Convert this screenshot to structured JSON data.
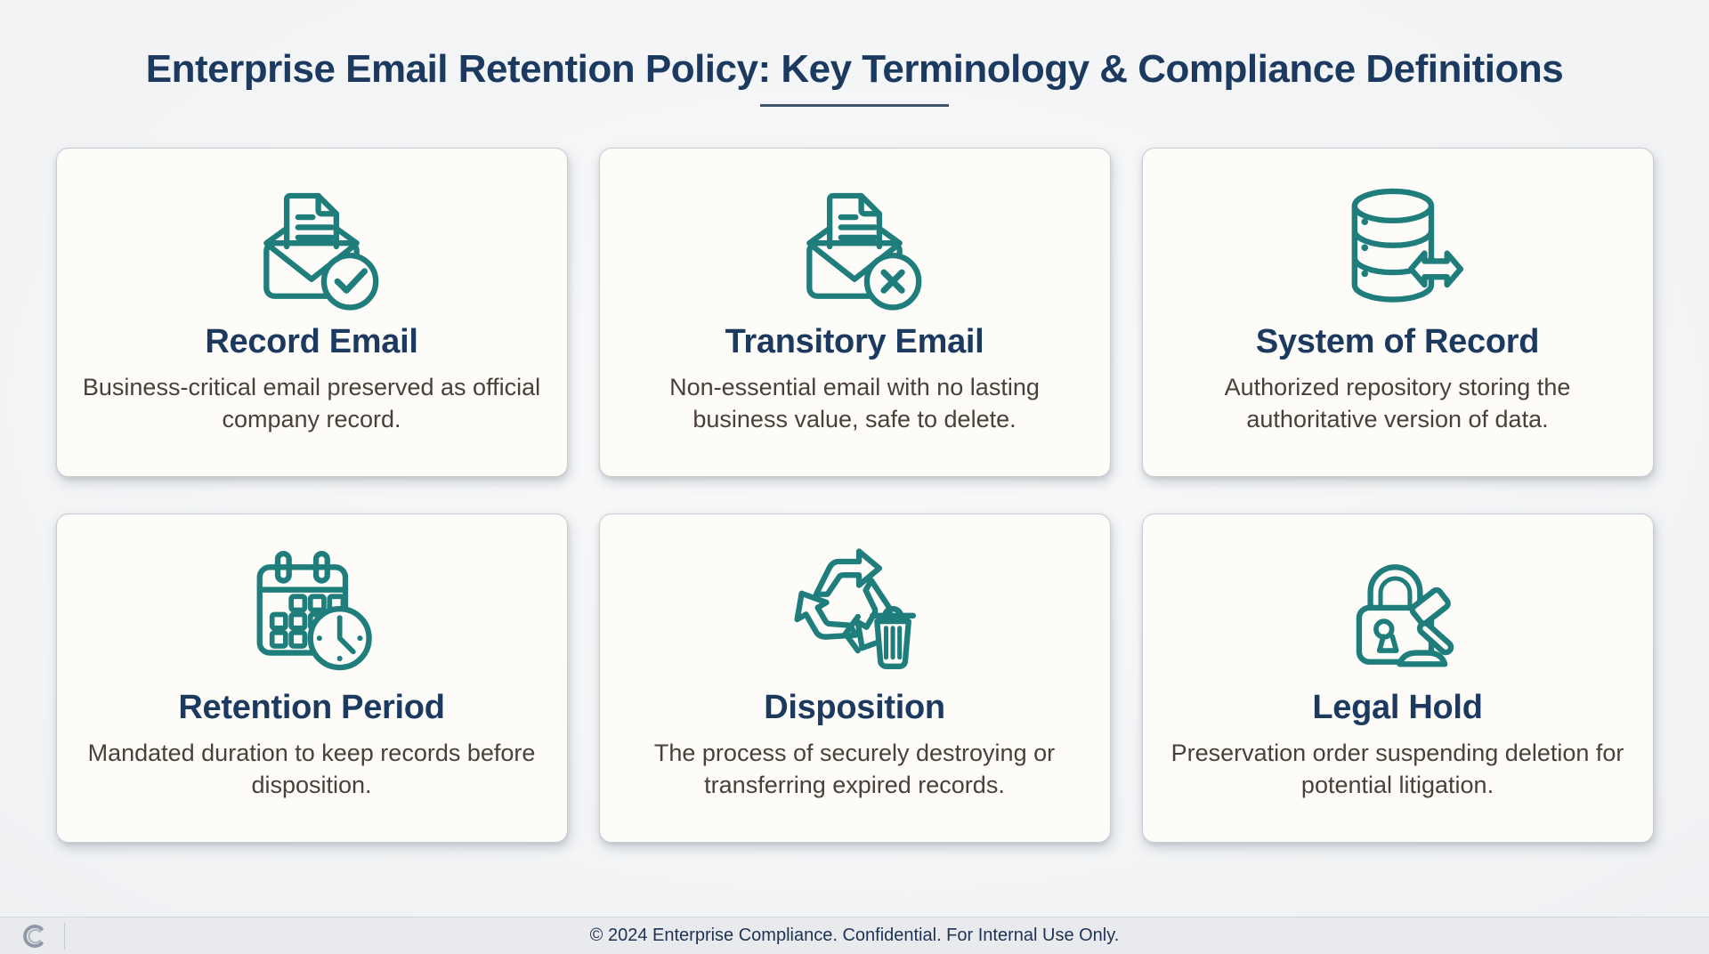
{
  "title": "Enterprise Email Retention Policy: Key Terminology & Compliance Definitions",
  "cards": [
    {
      "id": "record-email",
      "icon": "envelope-document-check-icon",
      "title": "Record Email",
      "description": "Business-critical email preserved as official company record."
    },
    {
      "id": "transitory-email",
      "icon": "envelope-document-x-icon",
      "title": "Transitory Email",
      "description": "Non-essential email with no lasting business value, safe to delete."
    },
    {
      "id": "system-of-record",
      "icon": "database-sync-icon",
      "title": "System of Record",
      "description": "Authorized repository storing the authoritative version of data."
    },
    {
      "id": "retention-period",
      "icon": "calendar-clock-icon",
      "title": "Retention Period",
      "description": "Mandated duration to keep records before disposition."
    },
    {
      "id": "disposition",
      "icon": "recycle-trash-icon",
      "title": "Disposition",
      "description": "The process of securely destroying or transferring expired records."
    },
    {
      "id": "legal-hold",
      "icon": "padlock-gavel-icon",
      "title": "Legal Hold",
      "description": "Preservation order suspending deletion for potential litigation."
    }
  ],
  "footer": {
    "copyright": "© 2024 Enterprise Compliance. Confidential. For Internal Use Only.",
    "logo_icon": "stylized-c-logo"
  },
  "colors": {
    "accent_teal": "#1f7d7b",
    "heading_navy": "#1c3a60",
    "body_text": "#4b4037",
    "card_bg": "#fdfcf9",
    "card_border": "#c9cdd2",
    "page_bg": "#f0f2f4",
    "footer_bg": "#e8eaed",
    "underline": "#42546a",
    "logo_gray": "#96a0ab"
  }
}
